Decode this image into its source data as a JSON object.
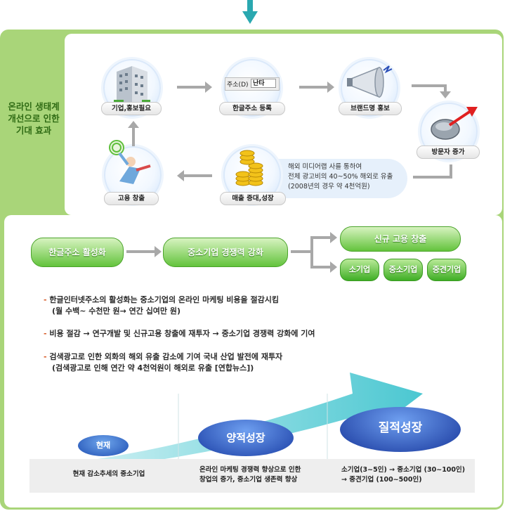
{
  "side_title_lines": [
    "온라인 생태계",
    "개선으로 인한",
    "기대 효과"
  ],
  "cycle": {
    "company_pr": "기업,홍보필요",
    "korean_address_registration": "한글주소 등록",
    "brand_pr": "브랜드명 홍보",
    "visitor_increase": "방문자 증가",
    "sales_growth": "매출 증대,성장",
    "job_creation": "고용 창출",
    "address_bar_label": "주소(D)",
    "address_bar_value": "난타",
    "info_lines": [
      "해외 미디어랩 사를 통하여",
      "전체 광고비의 40~50% 해외로 유출",
      "(2008년의 경우 약 4천억원)"
    ]
  },
  "flow": {
    "activate": "한글주소 활성화",
    "strengthen": "중소기업 경쟁력 강화",
    "new_jobs": "신규 고용 창출",
    "small": "소기업",
    "smb": "중소기업",
    "mid": "중견기업"
  },
  "notes": [
    {
      "line1": "한글인터넷주소의 활성화는 중소기업의 온라인 마케팅 비용을 절감시킴",
      "line2": "(월 수백~ 수천만 원→ 연간 십여만 원)"
    },
    {
      "line1": "비용 절감 → 연구개발 및 신규고용 창출에 재투자 → 중소기업 경쟁력 강화에 기여",
      "line2": ""
    },
    {
      "line1": "검색광고로 인한 외화의 해외 유출 감소에 기여 국내 산업 발전에 재투자",
      "line2": "(검색광고로 인해 연간 약 4천억원이 해외로 유출 [연합뉴스])"
    }
  ],
  "stages": {
    "current_label": "현재",
    "quantitative_label": "양적성장",
    "qualitative_label": "질적성장",
    "current_desc": "현재 감소추세의 중소기업",
    "quantitative_desc": [
      "온라인 마케팅 경쟁력 향상으로 인한",
      "창업의 증가, 중소기업 생존력 향상"
    ],
    "qualitative_desc": [
      "소기업(3~5인) → 중소기업 (30~100인)",
      "→ 중견기업 (100~500인)"
    ]
  },
  "colors": {
    "frame_green": "#a9d579",
    "button_green": "#63c33c",
    "ellipse_blue": "#1f4fb3",
    "band_teal": "#3fc7d1"
  }
}
